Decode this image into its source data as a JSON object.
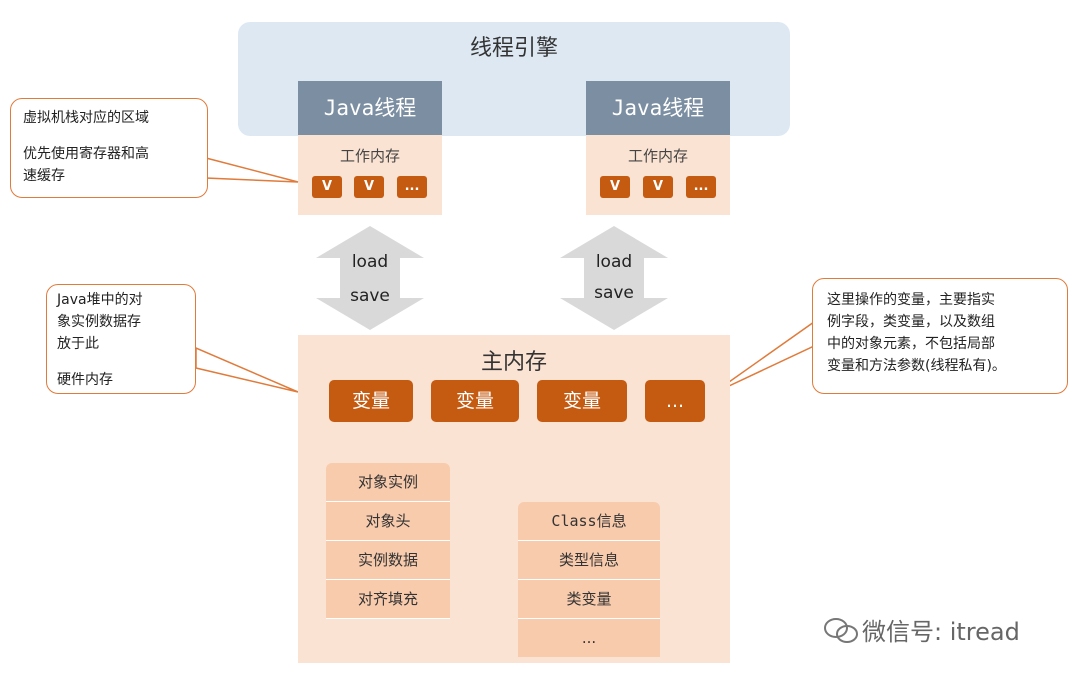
{
  "engine": {
    "title": "线程引擎"
  },
  "threads": [
    {
      "head": "Java线程",
      "workmem_label": "工作内存",
      "vars": [
        "V",
        "V",
        "..."
      ]
    },
    {
      "head": "Java线程",
      "workmem_label": "工作内存",
      "vars": [
        "V",
        "V",
        "..."
      ]
    }
  ],
  "transfer": {
    "load": "load",
    "save": "save"
  },
  "main_memory": {
    "title": "主内存",
    "vars": [
      "变量",
      "变量",
      "变量",
      "..."
    ]
  },
  "object_instance": [
    "对象实例",
    "对象头",
    "实例数据",
    "对齐填充"
  ],
  "class_info": [
    "Class信息",
    "类型信息",
    "类变量",
    "..."
  ],
  "callouts": {
    "stack": {
      "line1": "虚拟机栈对应的区域",
      "line2": "优先使用寄存器和高",
      "line3": "速缓存"
    },
    "heap": {
      "line1": "Java堆中的对",
      "line2": "象实例数据存",
      "line3": "放于此",
      "line4": "硬件内存"
    },
    "vars": {
      "line1": "这里操作的变量，主要指实",
      "line2": "例字段，类变量，以及数组",
      "line3": "中的对象元素，不包括局部",
      "line4": "变量和方法参数(线程私有)。"
    }
  },
  "watermark": "微信号: itread",
  "colors": {
    "accent": "#c55a11",
    "light": "#fbe3d3",
    "thread": "#7c8ea2",
    "engine": "#dde8f3"
  }
}
